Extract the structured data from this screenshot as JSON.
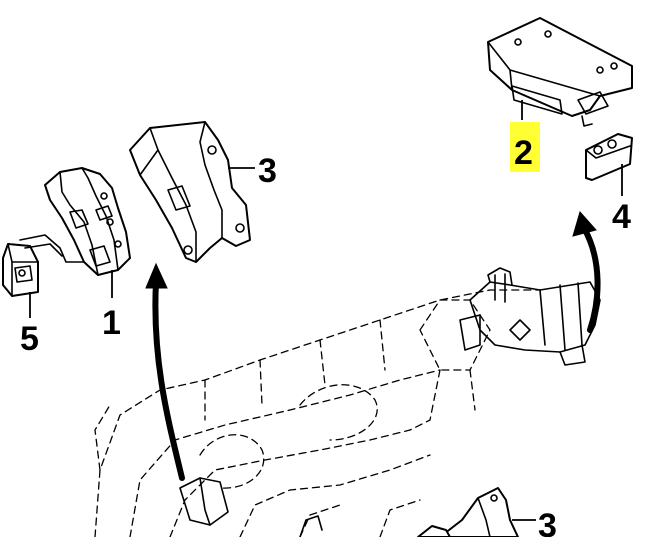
{
  "callouts": [
    {
      "id": "label-1",
      "text": "1"
    },
    {
      "id": "label-2",
      "text": "2",
      "highlight": "#ffff33"
    },
    {
      "id": "label-3",
      "text": "3"
    },
    {
      "id": "label-4",
      "text": "4"
    },
    {
      "id": "label-5",
      "text": "5"
    },
    {
      "id": "label-3-bottom",
      "text": "3"
    }
  ],
  "colors": {
    "line": "#000000",
    "highlight": "#ffff33",
    "background": "#ffffff"
  }
}
